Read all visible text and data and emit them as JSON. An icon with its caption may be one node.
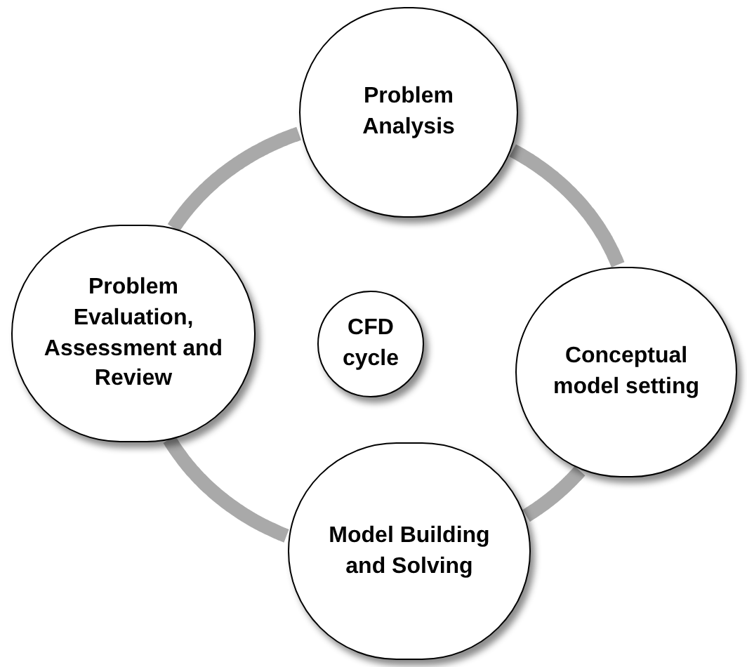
{
  "diagram": {
    "nodes": [
      {
        "text": [
          "Problem Analysis"
        ]
      },
      {
        "text": [
          "Problem Evaluation, Assessment and Review"
        ]
      },
      {
        "text": [
          "CFD cycle"
        ]
      },
      {
        "text": [
          "Conceptual model setting"
        ]
      },
      {
        "text": [
          "Model Building and Solving"
        ]
      }
    ],
    "edges": [
      {
        "from": 0,
        "to": 3,
        "arrow": "none"
      },
      {
        "from": 3,
        "to": 4,
        "arrow": "none"
      },
      {
        "from": 4,
        "to": 1,
        "arrow": "none"
      },
      {
        "from": 1,
        "to": 0,
        "arrow": "none"
      }
    ]
  }
}
